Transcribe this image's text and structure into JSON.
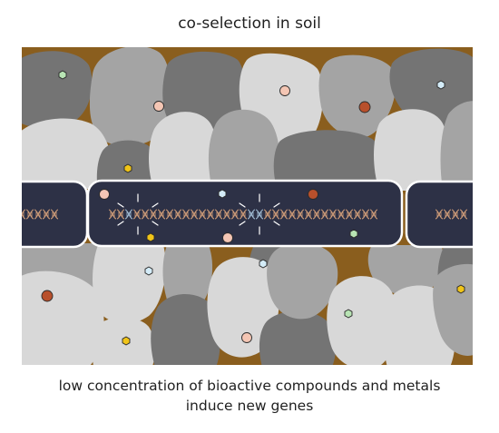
{
  "title": "co-selection in soil",
  "caption": {
    "line1": "low concentration of bioactive compounds and metals",
    "line2": "induce new genes"
  },
  "colors": {
    "soil": "#8a5e1e",
    "grain_dark": "#747474",
    "grain_mid": "#a4a4a4",
    "grain_light": "#d8d8d8",
    "cell_body": "#2d3146",
    "dna_strand": "#d9a37c",
    "dna_highlight": "#a8c4dc",
    "particle_peach": "#f4c6b4",
    "particle_rust": "#b8502c",
    "particle_mint": "#b8e4b4",
    "particle_skyblue": "#d4ecf8",
    "particle_gold": "#f0c418"
  },
  "icons": [
    "dna-helix-icon",
    "sparkle-burst-icon",
    "hexagon-compound-icon",
    "circle-metal-icon"
  ]
}
